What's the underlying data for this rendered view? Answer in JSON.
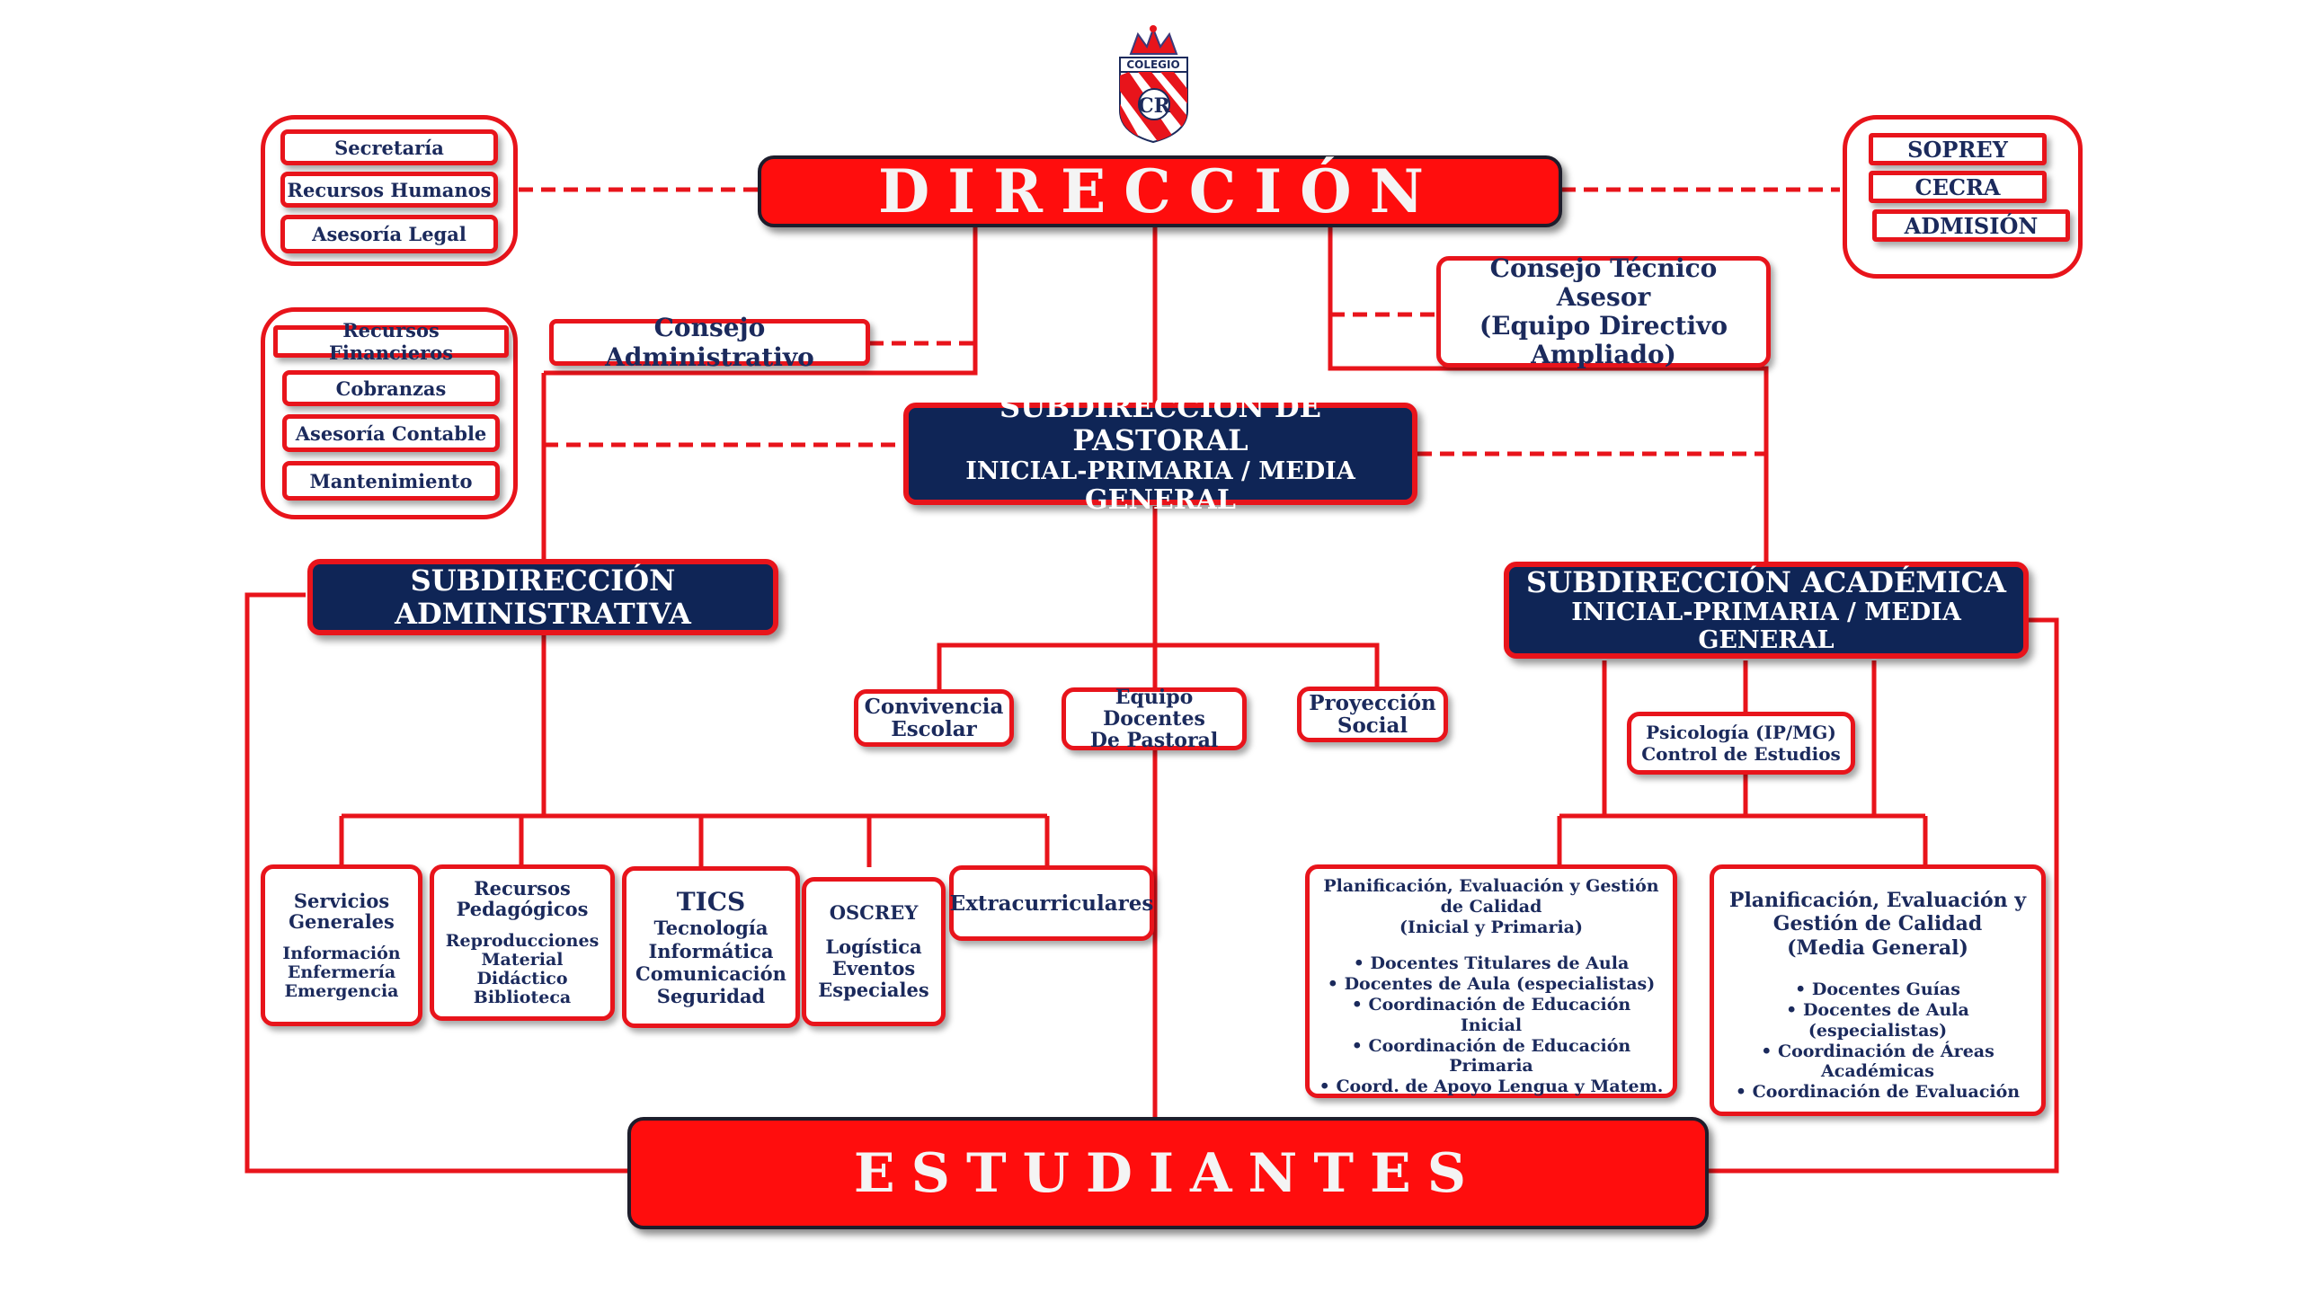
{
  "logo": {
    "text": "COLEGIO",
    "monogram": "CR"
  },
  "direccion": "DIRECCIÓN",
  "estudiantes": "ESTUDIANTES",
  "left_group_1": [
    "Secretaría",
    "Recursos Humanos",
    "Asesoría Legal"
  ],
  "left_group_2": [
    "Recursos Financieros",
    "Cobranzas",
    "Asesoría Contable",
    "Mantenimiento"
  ],
  "consejo_administrativo": "Consejo Administrativo",
  "right_group": [
    "SOPREY",
    "CECRA",
    "ADMISIÓN"
  ],
  "consejo_tecnico": [
    "Consejo Técnico Asesor",
    "(Equipo Directivo",
    "Ampliado)"
  ],
  "sub_pastoral": [
    "SUBDIRECCIÓN DE PASTORAL",
    "INICIAL-PRIMARIA / MEDIA",
    "GENERAL"
  ],
  "sub_administrativa": [
    "SUBDIRECCIÓN",
    "ADMINISTRATIVA"
  ],
  "sub_academica": [
    "SUBDIRECCIÓN ACADÉMICA",
    "INICIAL-PRIMARIA / MEDIA",
    "GENERAL"
  ],
  "pastoral_children": {
    "convivencia": [
      "Convivencia",
      "Escolar"
    ],
    "equipo": [
      "Equipo",
      "Docentes",
      "De Pastoral"
    ],
    "proyeccion": [
      "Proyección",
      "Social"
    ]
  },
  "psicologia": [
    "Psicología (IP/MG)",
    "Control de Estudios"
  ],
  "admin_children": {
    "servicios": {
      "title": [
        "Servicios",
        "Generales"
      ],
      "items": [
        "Información",
        "Enfermería",
        "Emergencia"
      ]
    },
    "recursos": {
      "title": [
        "Recursos",
        "Pedagógicos"
      ],
      "items": [
        "Reproducciones",
        "Material",
        "Didáctico",
        "Biblioteca"
      ]
    },
    "tics": {
      "title": "TICS",
      "items": [
        "Tecnología",
        "Informática",
        "Comunicación",
        "Seguridad"
      ]
    },
    "oscrey": {
      "title": "OSCREY",
      "items": [
        "Logística",
        "Eventos",
        "Especiales"
      ]
    },
    "extra": "Extracurriculares"
  },
  "plan_inicial": {
    "title": [
      "Planificación, Evaluación y Gestión",
      "de Calidad",
      "(Inicial y Primaria)"
    ],
    "items": [
      "Docentes Titulares de Aula",
      "Docentes de Aula (especialistas)",
      "Coordinación de Educación Inicial",
      "Coordinación de Educación Primaria",
      "Coord. de Apoyo Lengua y Matem."
    ]
  },
  "plan_media": {
    "title": [
      "Planificación, Evaluación y",
      "Gestión de Calidad",
      "(Media General)"
    ],
    "items": [
      "Docentes Guías",
      "Docentes de Aula (especialistas)",
      "Coordinación de Áreas Académicas",
      "Coordinación de Evaluación"
    ]
  },
  "colors": {
    "red": "#e8141b",
    "navy": "#0f2556",
    "text": "#1b2a5c"
  }
}
